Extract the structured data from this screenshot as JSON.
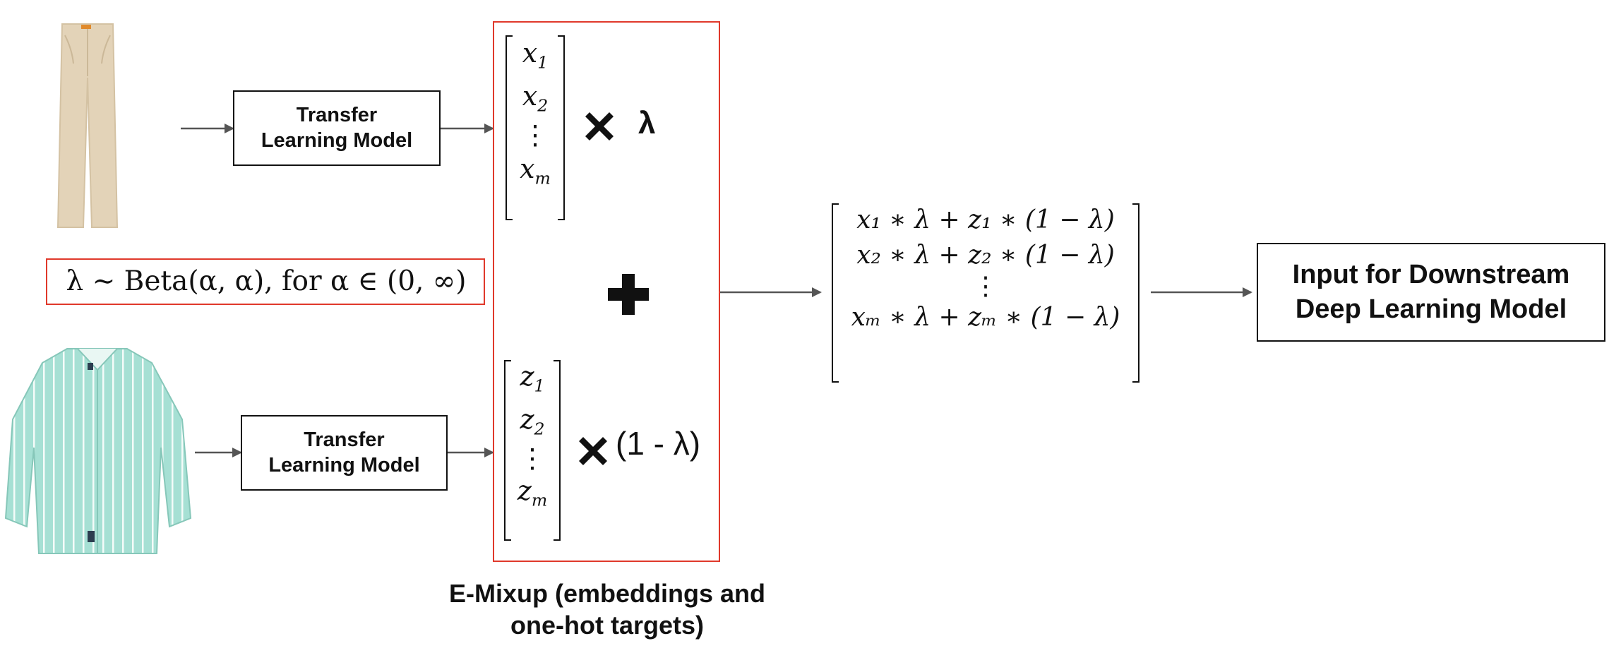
{
  "images": {
    "pants": "khaki-pants-photo",
    "shirt": "striped-shirt-photo"
  },
  "boxes": {
    "transfer_top_line1": "Transfer",
    "transfer_top_line2": "Learning Model",
    "transfer_bottom_line1": "Transfer",
    "transfer_bottom_line2": "Learning Model",
    "output_line1": "Input for Downstream",
    "output_line2": "Deep Learning Model"
  },
  "formula": {
    "lambda_def": "λ ∼ Beta(α, α), for α ∈ (0, ∞)"
  },
  "vectors": {
    "x": [
      "x",
      "x",
      "⋮",
      "x"
    ],
    "x_sub": [
      "1",
      "2",
      "",
      "m"
    ],
    "z": [
      "z",
      "z",
      "⋮",
      "z"
    ],
    "z_sub": [
      "1",
      "2",
      "",
      "m"
    ]
  },
  "operators": {
    "lambda": "λ",
    "one_minus_lambda": "(1 - λ)"
  },
  "result_rows": [
    "x₁ ∗ λ + z₁ ∗ (1 − λ)",
    "x₂ ∗ λ + z₂ ∗ (1 − λ)",
    "⋮",
    "xₘ ∗ λ + zₘ ∗ (1 − λ)"
  ],
  "caption": {
    "line1": "E-Mixup (embeddings and",
    "line2": "one-hot targets)"
  },
  "colors": {
    "frame": "#e0392b",
    "arrow": "#555555",
    "pants": "#e3d3b8",
    "shirt": "#a6e0d4"
  }
}
